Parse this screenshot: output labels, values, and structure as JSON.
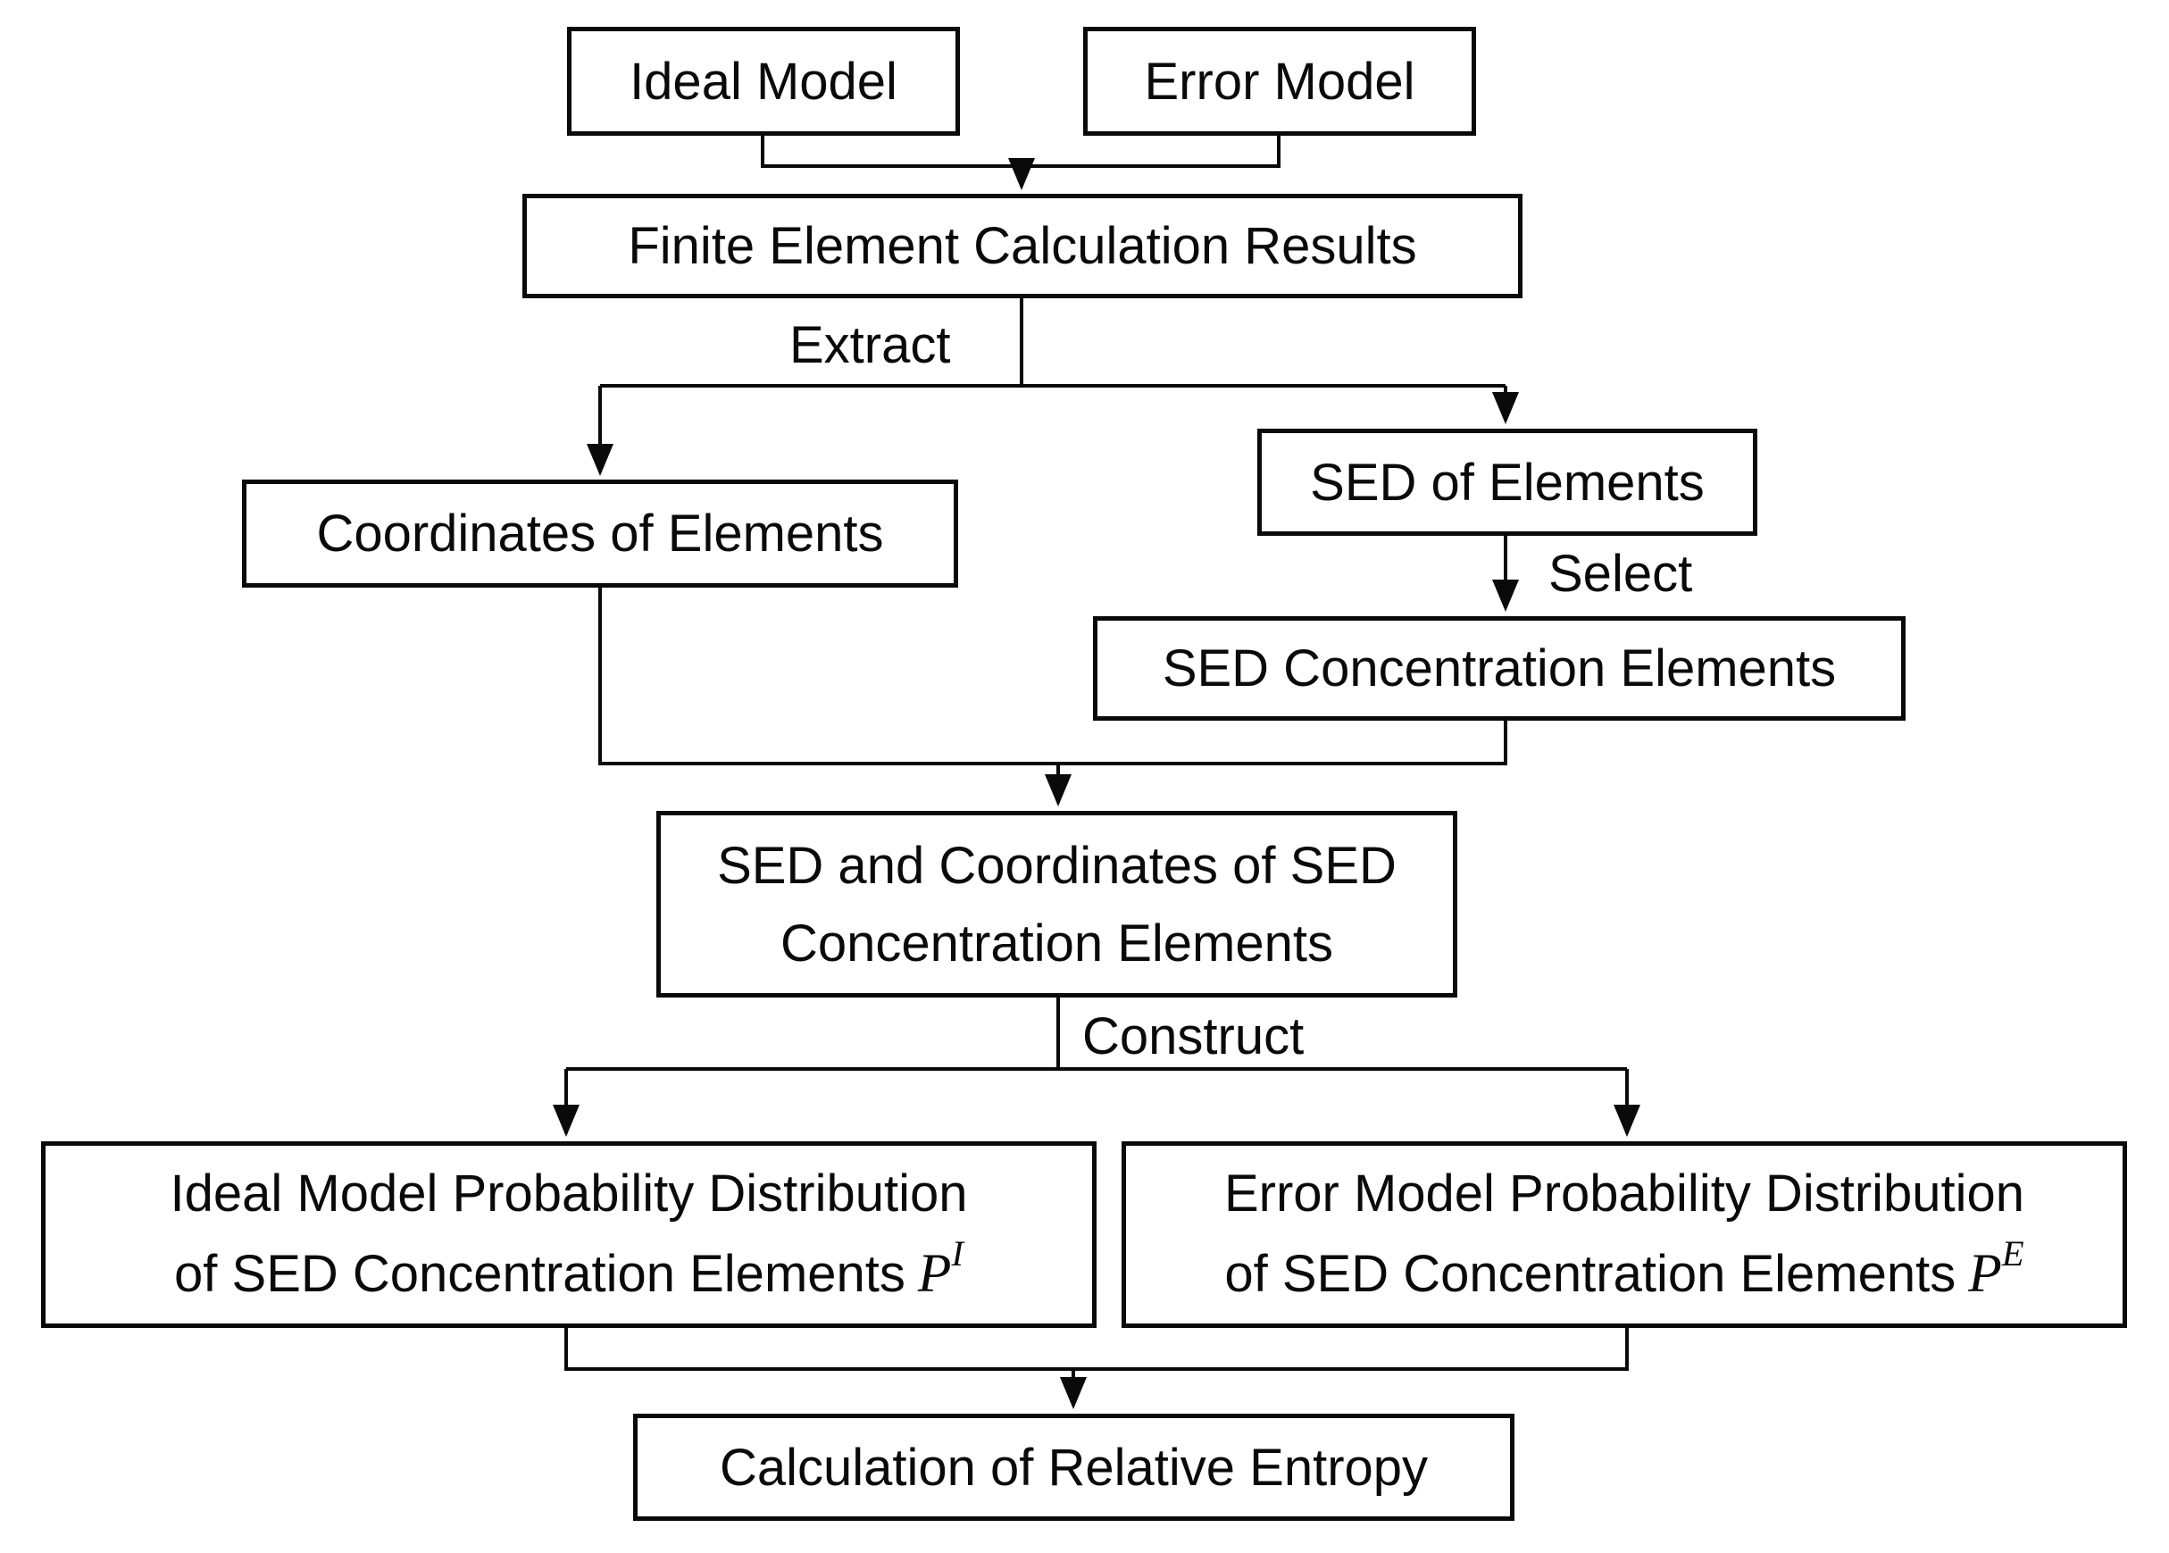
{
  "diagram": {
    "type": "flowchart",
    "colors": {
      "background": "#ffffff",
      "box_fill": "#ffffff",
      "box_border": "#000000",
      "connector": "#000000",
      "text": "#000000"
    },
    "nodes": [
      {
        "id": "ideal-model",
        "label": "Ideal Model"
      },
      {
        "id": "error-model",
        "label": "Error Model"
      },
      {
        "id": "finite-element-results",
        "label": "Finite Element Calculation Results"
      },
      {
        "id": "coordinates-of-elements",
        "label": "Coordinates of Elements"
      },
      {
        "id": "sed-of-elements",
        "label": "SED of Elements"
      },
      {
        "id": "sed-concentration-elements",
        "label": "SED Concentration Elements"
      },
      {
        "id": "sed-and-coordinates",
        "lines": [
          "SED and Coordinates of SED",
          "Concentration Elements"
        ]
      },
      {
        "id": "ideal-model-probability",
        "lines": [
          "Ideal Model Probability Distribution",
          "of SED Concentration Elements"
        ],
        "symbol": "P",
        "superscript": "I"
      },
      {
        "id": "error-model-probability",
        "lines": [
          "Error Model Probability Distribution",
          "of SED Concentration Elements"
        ],
        "symbol": "P",
        "superscript": "E"
      },
      {
        "id": "calculation-relative-entropy",
        "label": "Calculation of Relative Entropy"
      }
    ],
    "edge_labels": {
      "extract": "Extract",
      "select": "Select",
      "construct": "Construct"
    }
  }
}
